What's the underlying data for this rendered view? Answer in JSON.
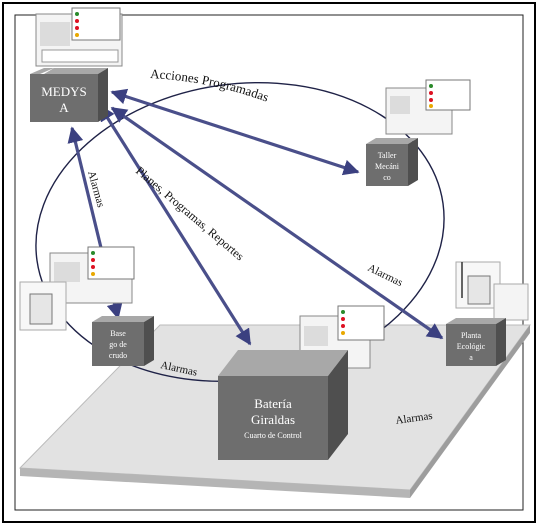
{
  "nodes": {
    "medysa": {
      "label_1": "MEDYS",
      "label_2": "A"
    },
    "taller": {
      "label_1": "Taller",
      "label_2": "Mecáni",
      "label_3": "co"
    },
    "planta": {
      "label_1": "Planta",
      "label_2": "Ecológic",
      "label_3": "a"
    },
    "base": {
      "label_1": "Base",
      "label_2": "go de",
      "label_3": "crudo"
    },
    "bateria": {
      "label_1": "Batería",
      "label_2": "Giraldas",
      "label_3": "Cuarto de Control"
    }
  },
  "edge_labels": {
    "acciones": "Acciones Programadas",
    "planes": "Planes, Programas, Reportes",
    "alarmas_left": "Alarmas",
    "alarmas_right": "Alarmas",
    "alarmas_bottom_left": "Alarmas",
    "alarmas_bottom_right": "Alarmas"
  },
  "colors": {
    "arrow": "#4a4f8a",
    "box_front": "#6e6e6e",
    "box_top": "#a8a8a8",
    "box_side": "#4f4f4f",
    "floor": "#d6d6d6"
  }
}
